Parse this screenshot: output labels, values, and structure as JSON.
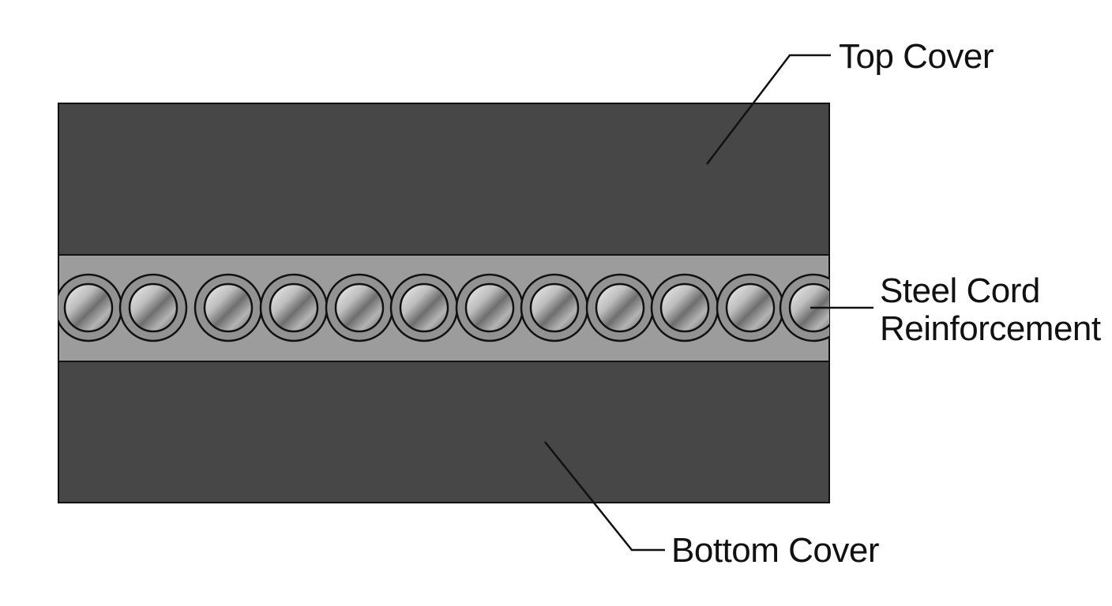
{
  "labels": {
    "top_cover": "Top Cover",
    "steel_cord_line1": "Steel Cord",
    "steel_cord_line2": "Reinforcement",
    "bottom_cover": "Bottom Cover"
  },
  "colors": {
    "background": "#ffffff",
    "cover_rubber": "#474747",
    "core_layer": "#9c9c9c",
    "cord_sheath": "#929292",
    "outline": "#111111",
    "leader_line": "#111111"
  },
  "cords": {
    "count": 12
  }
}
